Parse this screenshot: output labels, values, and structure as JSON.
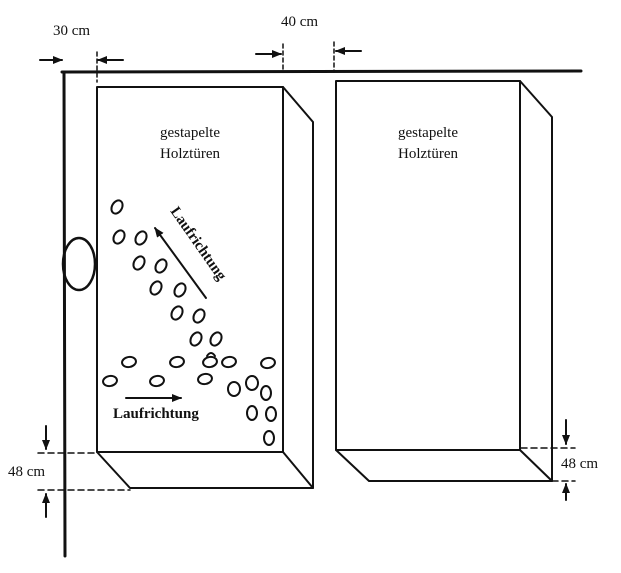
{
  "dimensions": {
    "top_left": "30 cm",
    "top_right": "40 cm",
    "bottom_left": "48 cm",
    "bottom_right": "48 cm"
  },
  "stacks": [
    {
      "line1": "gestapelte",
      "line2": "Holztüren"
    },
    {
      "line1": "gestapelte",
      "line2": "Holztüren"
    }
  ],
  "directions": {
    "diagonal": "Laufrichtung",
    "horizontal": "Laufrichtung"
  }
}
